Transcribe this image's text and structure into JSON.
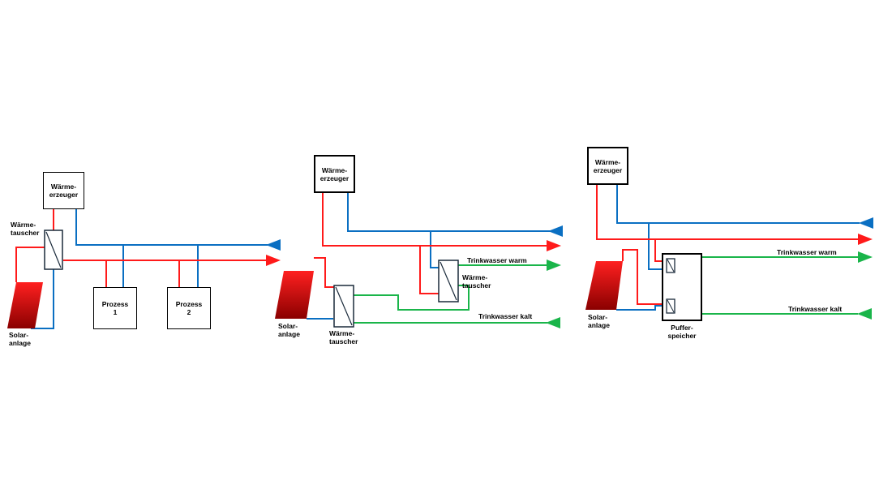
{
  "colors": {
    "hot": "#ff1a1a",
    "cold": "#0a6fc2",
    "water": "#1ab54a",
    "outline": "#000000",
    "hx_fill": "#ffffff"
  },
  "diagram1": {
    "heat_generator": "Wärme-\nerzeuger",
    "heat_exchanger": "Wärme-\ntauscher",
    "process1": "Prozess\n1",
    "process2": "Prozess\n2",
    "solar": "Solar-\nanlage"
  },
  "diagram2": {
    "heat_generator": "Wärme-\nerzeuger",
    "heat_exchanger_top": "Wärme-\ntauscher",
    "heat_exchanger_bottom": "Wärme-\ntauscher",
    "water_warm": "Trinkwasser warm",
    "water_cold": "Trinkwasser kalt",
    "solar": "Solar-\nanlage"
  },
  "diagram3": {
    "heat_generator": "Wärme-\nerzeuger",
    "buffer": "Puffer-\nspeicher",
    "water_warm": "Trinkwasser warm",
    "water_cold": "Trinkwasser kalt",
    "solar": "Solar-\nanlage"
  }
}
